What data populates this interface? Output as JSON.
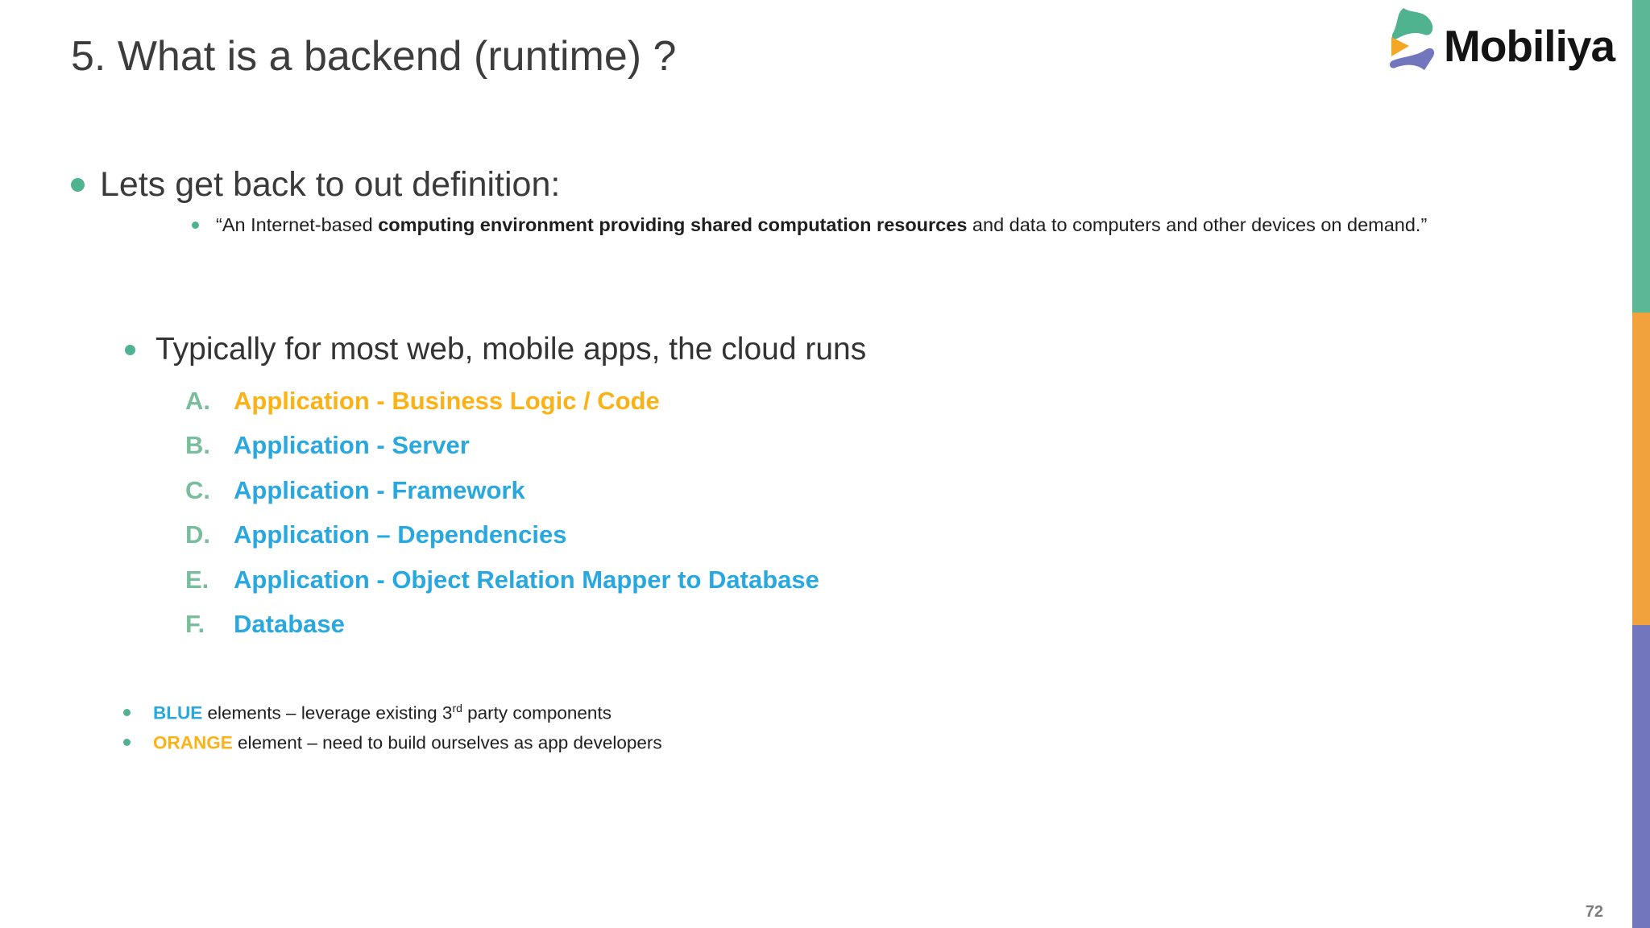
{
  "title": "5. What is a backend (runtime) ?",
  "logo": {
    "name": "Mobiliya"
  },
  "page_number": "72",
  "colors": {
    "bullet_teal": "#4fb390",
    "letter_green": "#7abd9d",
    "item_blue": "#29a8e0",
    "item_orange": "#fbb216",
    "bar_teal": "#5bb795",
    "bar_orange": "#f2a23c",
    "bar_purple": "#7277bd",
    "title_gray": "#3d3d3d",
    "body_dark": "#1e1e1e",
    "page_gray": "#7d7d7d"
  },
  "definition": {
    "heading": "Lets get back to out definition:",
    "quote": {
      "prefix": "“An  Internet-based ",
      "bold": "computing environment providing shared computation resources",
      "suffix": " and data to computers and other devices on demand.”"
    }
  },
  "cloud_list": {
    "heading": "Typically for most web, mobile apps, the cloud runs",
    "items": [
      {
        "letter": "A.",
        "label": "Application - Business Logic / Code",
        "color": "orange"
      },
      {
        "letter": "B.",
        "label": "Application - Server",
        "color": "blue"
      },
      {
        "letter": "C.",
        "label": "Application - Framework",
        "color": "blue"
      },
      {
        "letter": "D.",
        "label": "Application – Dependencies",
        "color": "blue"
      },
      {
        "letter": "E.",
        "label": "Application - Object Relation Mapper to Database",
        "color": "blue"
      },
      {
        "letter": "F.",
        "label": "Database",
        "color": "blue"
      }
    ]
  },
  "legend": [
    {
      "term": "BLUE",
      "color": "blue",
      "text_before_sup": " elements – leverage existing 3",
      "sup": "rd",
      "text_after_sup": " party components"
    },
    {
      "term": "ORANGE",
      "color": "orange",
      "text_before_sup": " element – need to build ourselves as app developers",
      "sup": "",
      "text_after_sup": ""
    }
  ]
}
